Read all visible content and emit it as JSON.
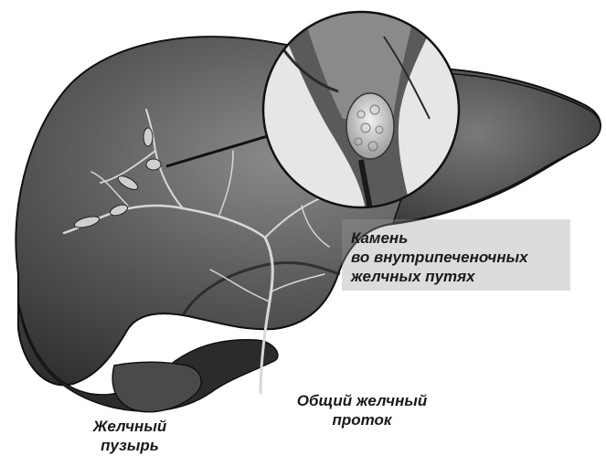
{
  "labels": {
    "stone": [
      "Камень",
      "во внутрипеченочных",
      "желчных путях"
    ],
    "gallbladder": [
      "Желчный",
      "пузырь"
    ],
    "common_duct": [
      "Общий желчный",
      "проток"
    ]
  },
  "colors": {
    "liver_dark": "#3d3d3d",
    "liver_mid": "#5e5e5e",
    "liver_light": "#8a8a8a",
    "outline": "#111111",
    "text": "#1a1a1a"
  }
}
